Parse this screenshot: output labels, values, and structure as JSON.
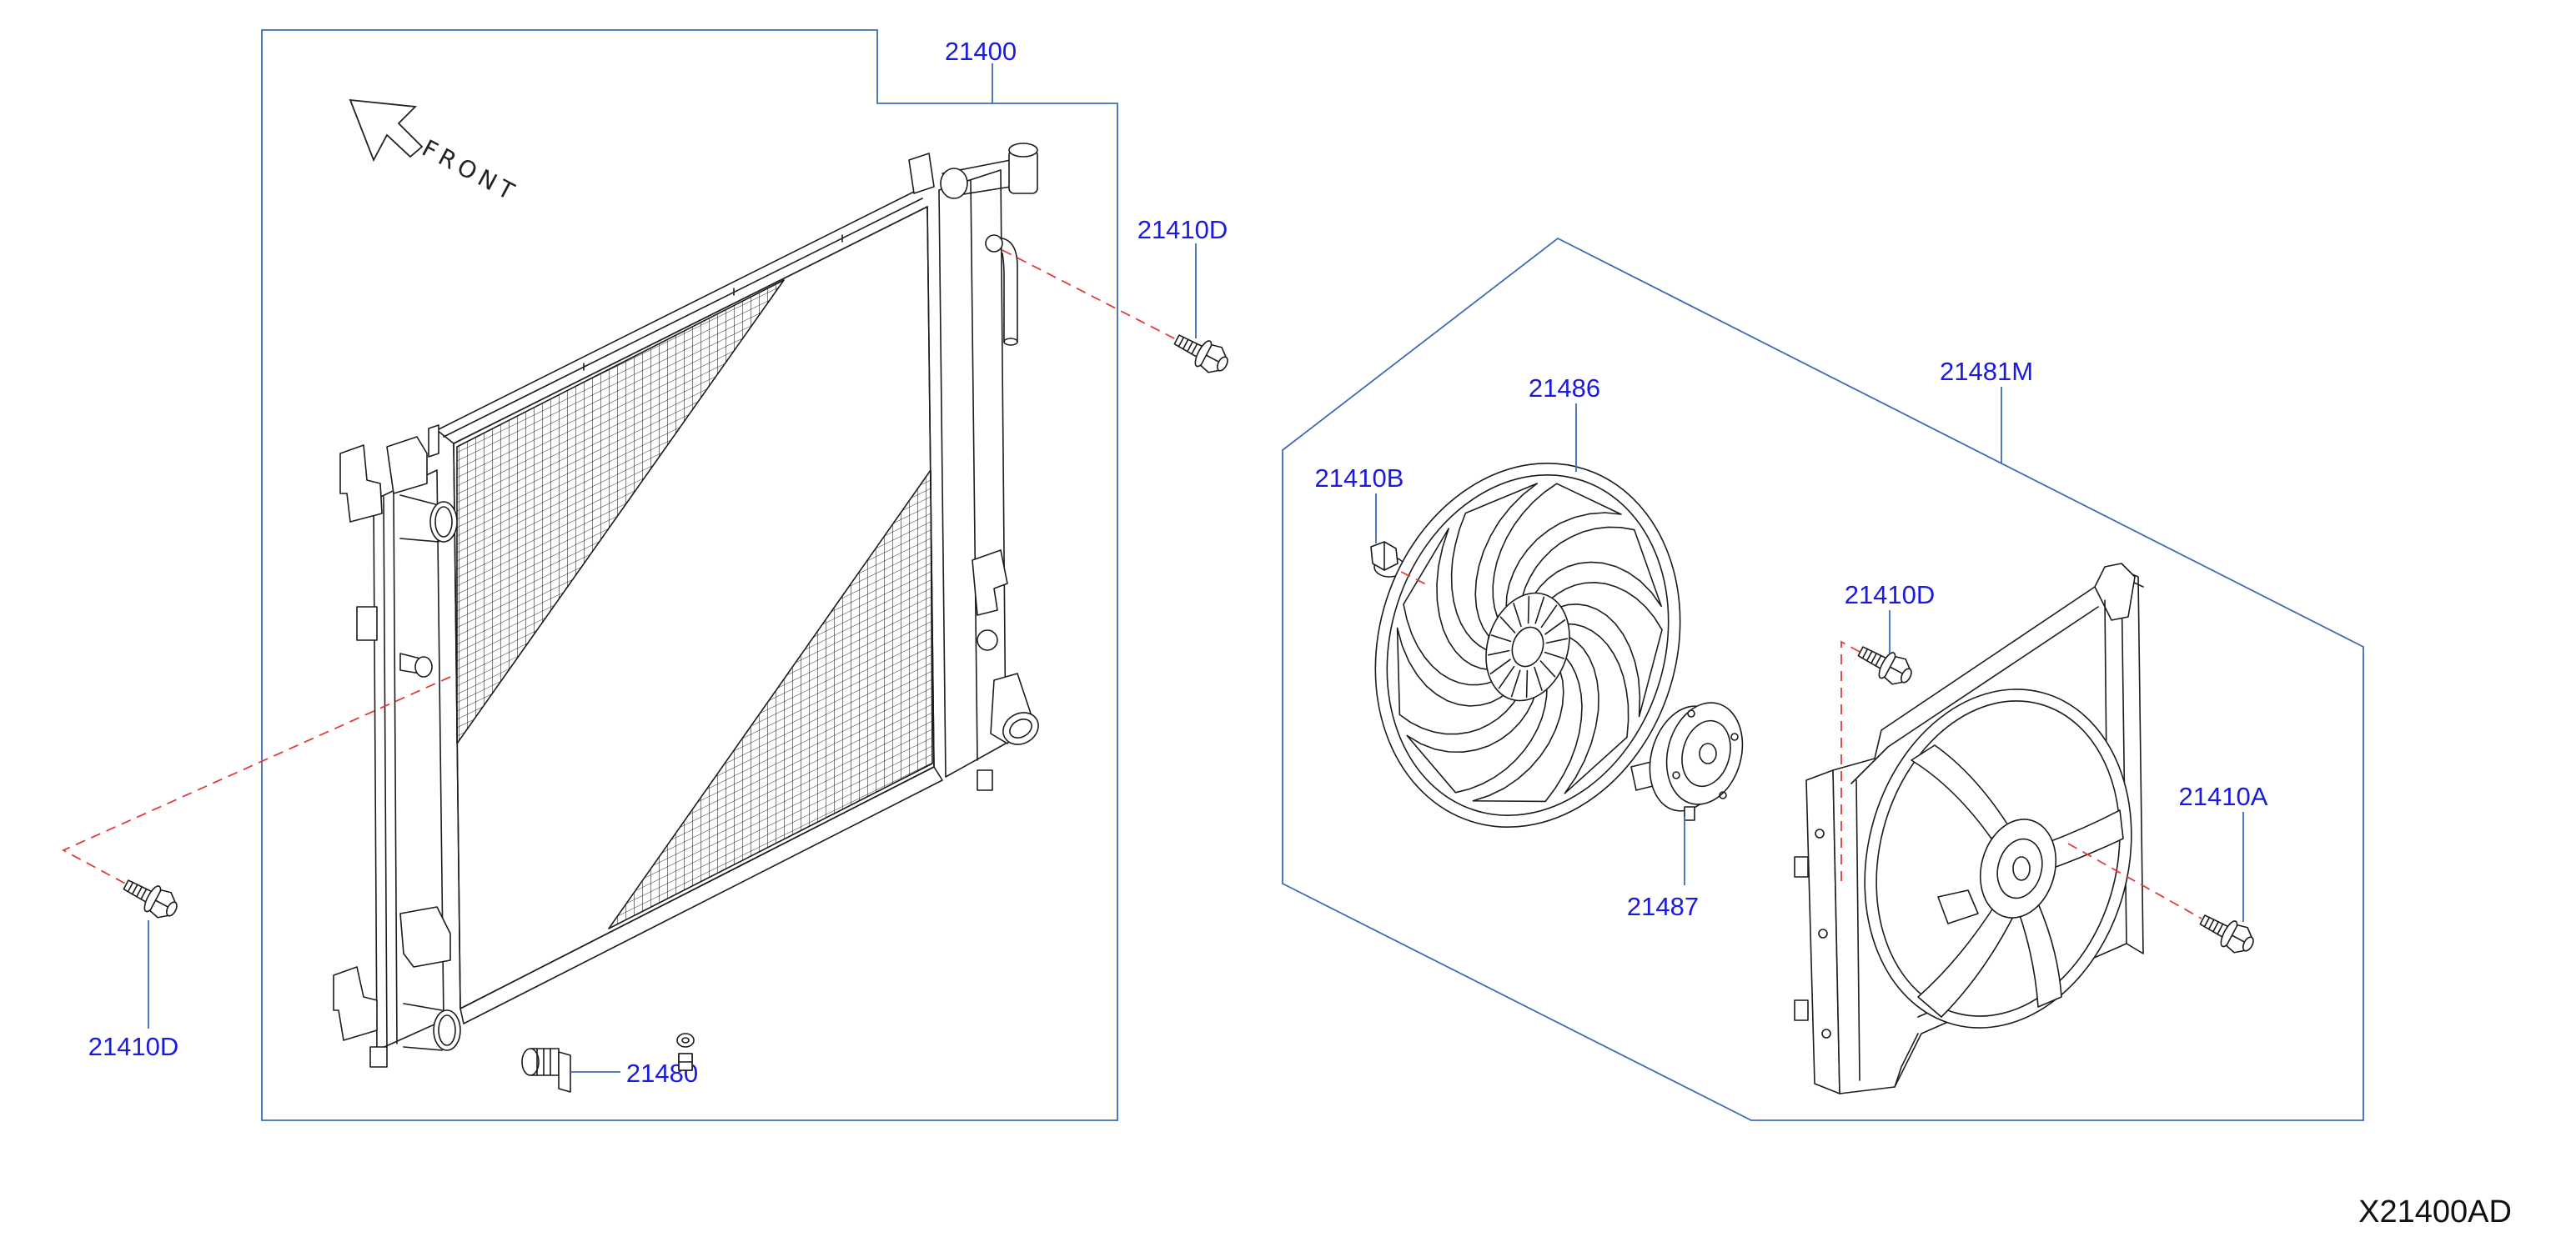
{
  "diagram": {
    "front_label": "FRONT",
    "code": "X21400AD",
    "callouts": [
      "21400",
      "21410D",
      "21410D",
      "21480",
      "21481M",
      "21486",
      "21410B",
      "21410D",
      "21410A",
      "21487"
    ],
    "colors": {
      "callout_text": "#1a1ae0",
      "frame_line": "#3d6cb4",
      "dash_line": "#e23b3b",
      "line_art": "#1c1c1c",
      "code_text": "#111111"
    }
  }
}
